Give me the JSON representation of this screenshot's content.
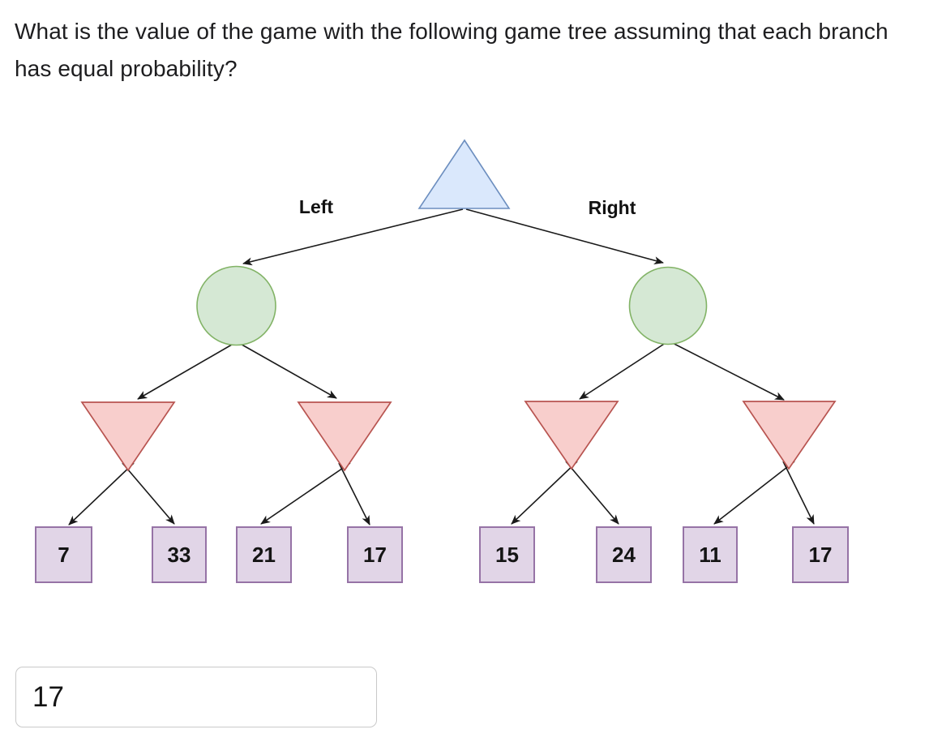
{
  "question": {
    "text": "What is the value of the game with the following game tree assuming that each branch has equal probability?"
  },
  "tree": {
    "type": "game-tree",
    "branch_labels": {
      "left": "Left",
      "right": "Right"
    },
    "leaves": [
      "7",
      "33",
      "21",
      "17",
      "15",
      "24",
      "11",
      "17"
    ],
    "colors": {
      "max_fill": "#dae8fc",
      "max_stroke": "#6c8ebf",
      "chance_fill": "#d5e8d4",
      "chance_stroke": "#82b366",
      "min_fill": "#f8cecc",
      "min_stroke": "#b85450",
      "leaf_fill": "#e1d5e7",
      "leaf_stroke": "#9673a6",
      "edge": "#1a1a1a"
    }
  },
  "answer": {
    "value": "17"
  }
}
